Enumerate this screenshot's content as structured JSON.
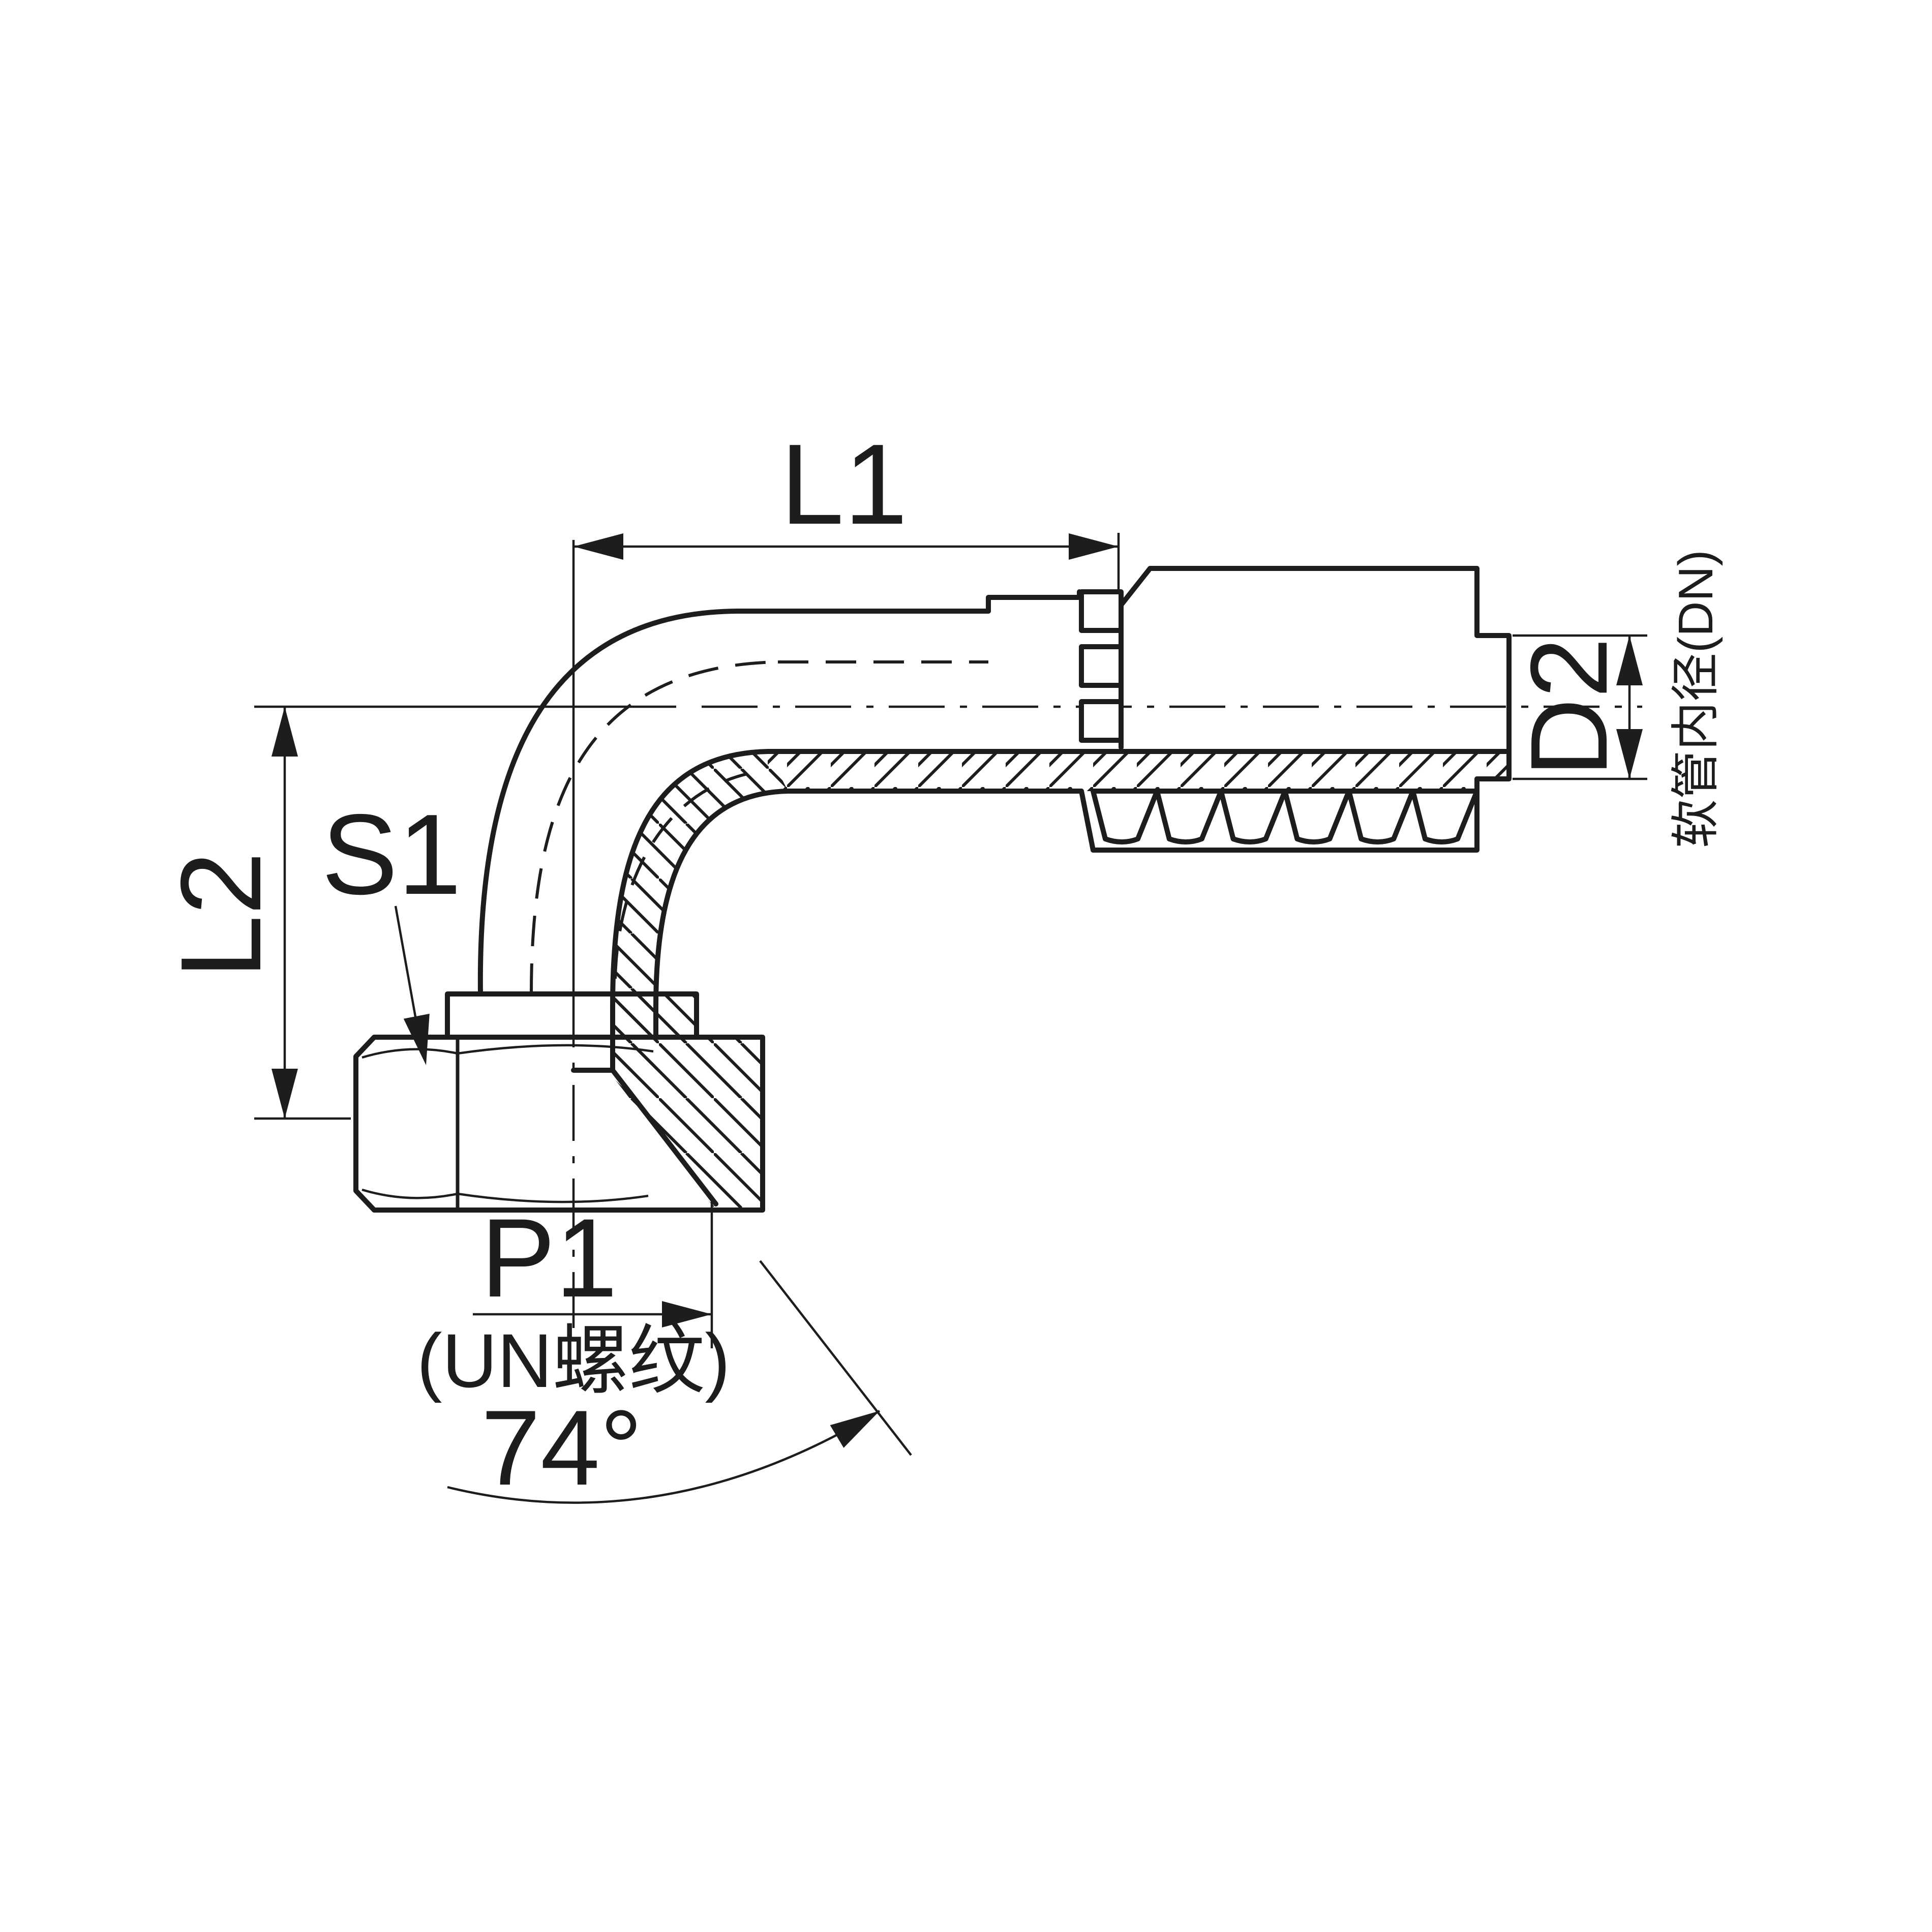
{
  "drawing": {
    "dimension_labels": {
      "l1": "L1",
      "l2": "L2",
      "s1": "S1",
      "p1": "P1",
      "d2": "D2"
    },
    "annotations": {
      "thread_note": "(UN螺纹)",
      "cone_angle": "74°",
      "hose_bore_note": "软管内径(DN)"
    },
    "colors": {
      "ink": "#1d1d1d",
      "background": "#ffffff"
    }
  }
}
